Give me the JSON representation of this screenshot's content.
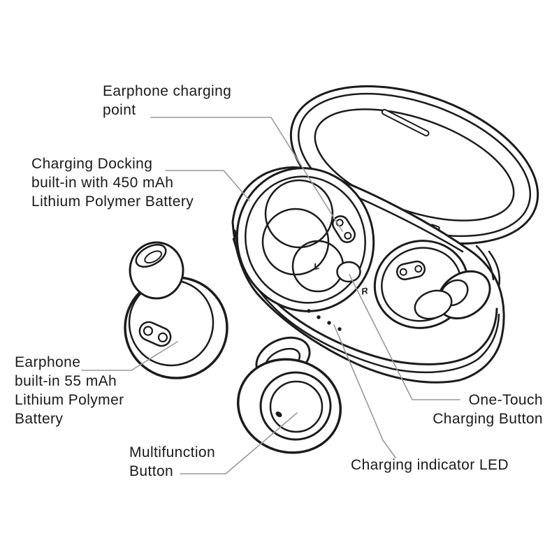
{
  "diagram": {
    "type": "product-annotation-diagram",
    "subject": "TWS earbuds with open charging case",
    "labels": {
      "charging_point": "Earphone charging\npoint",
      "dock_battery": "Charging Docking\nbuilt-in with 450 mAh\nLithium Polymer Battery",
      "earbud_battery": "Earphone\nbuilt-in 55 mAh\nLithium Polymer\nBattery",
      "multifunction": "Multifunction\nButton",
      "one_touch": "One-Touch\nCharging Button",
      "led": "Charging indicator LED"
    },
    "markings": {
      "left_slot": "L",
      "right_slot": "R"
    },
    "colors": {
      "line": "#1c1c1c",
      "leader": "#999999",
      "text": "#1a1a1a",
      "background": "#ffffff"
    }
  }
}
